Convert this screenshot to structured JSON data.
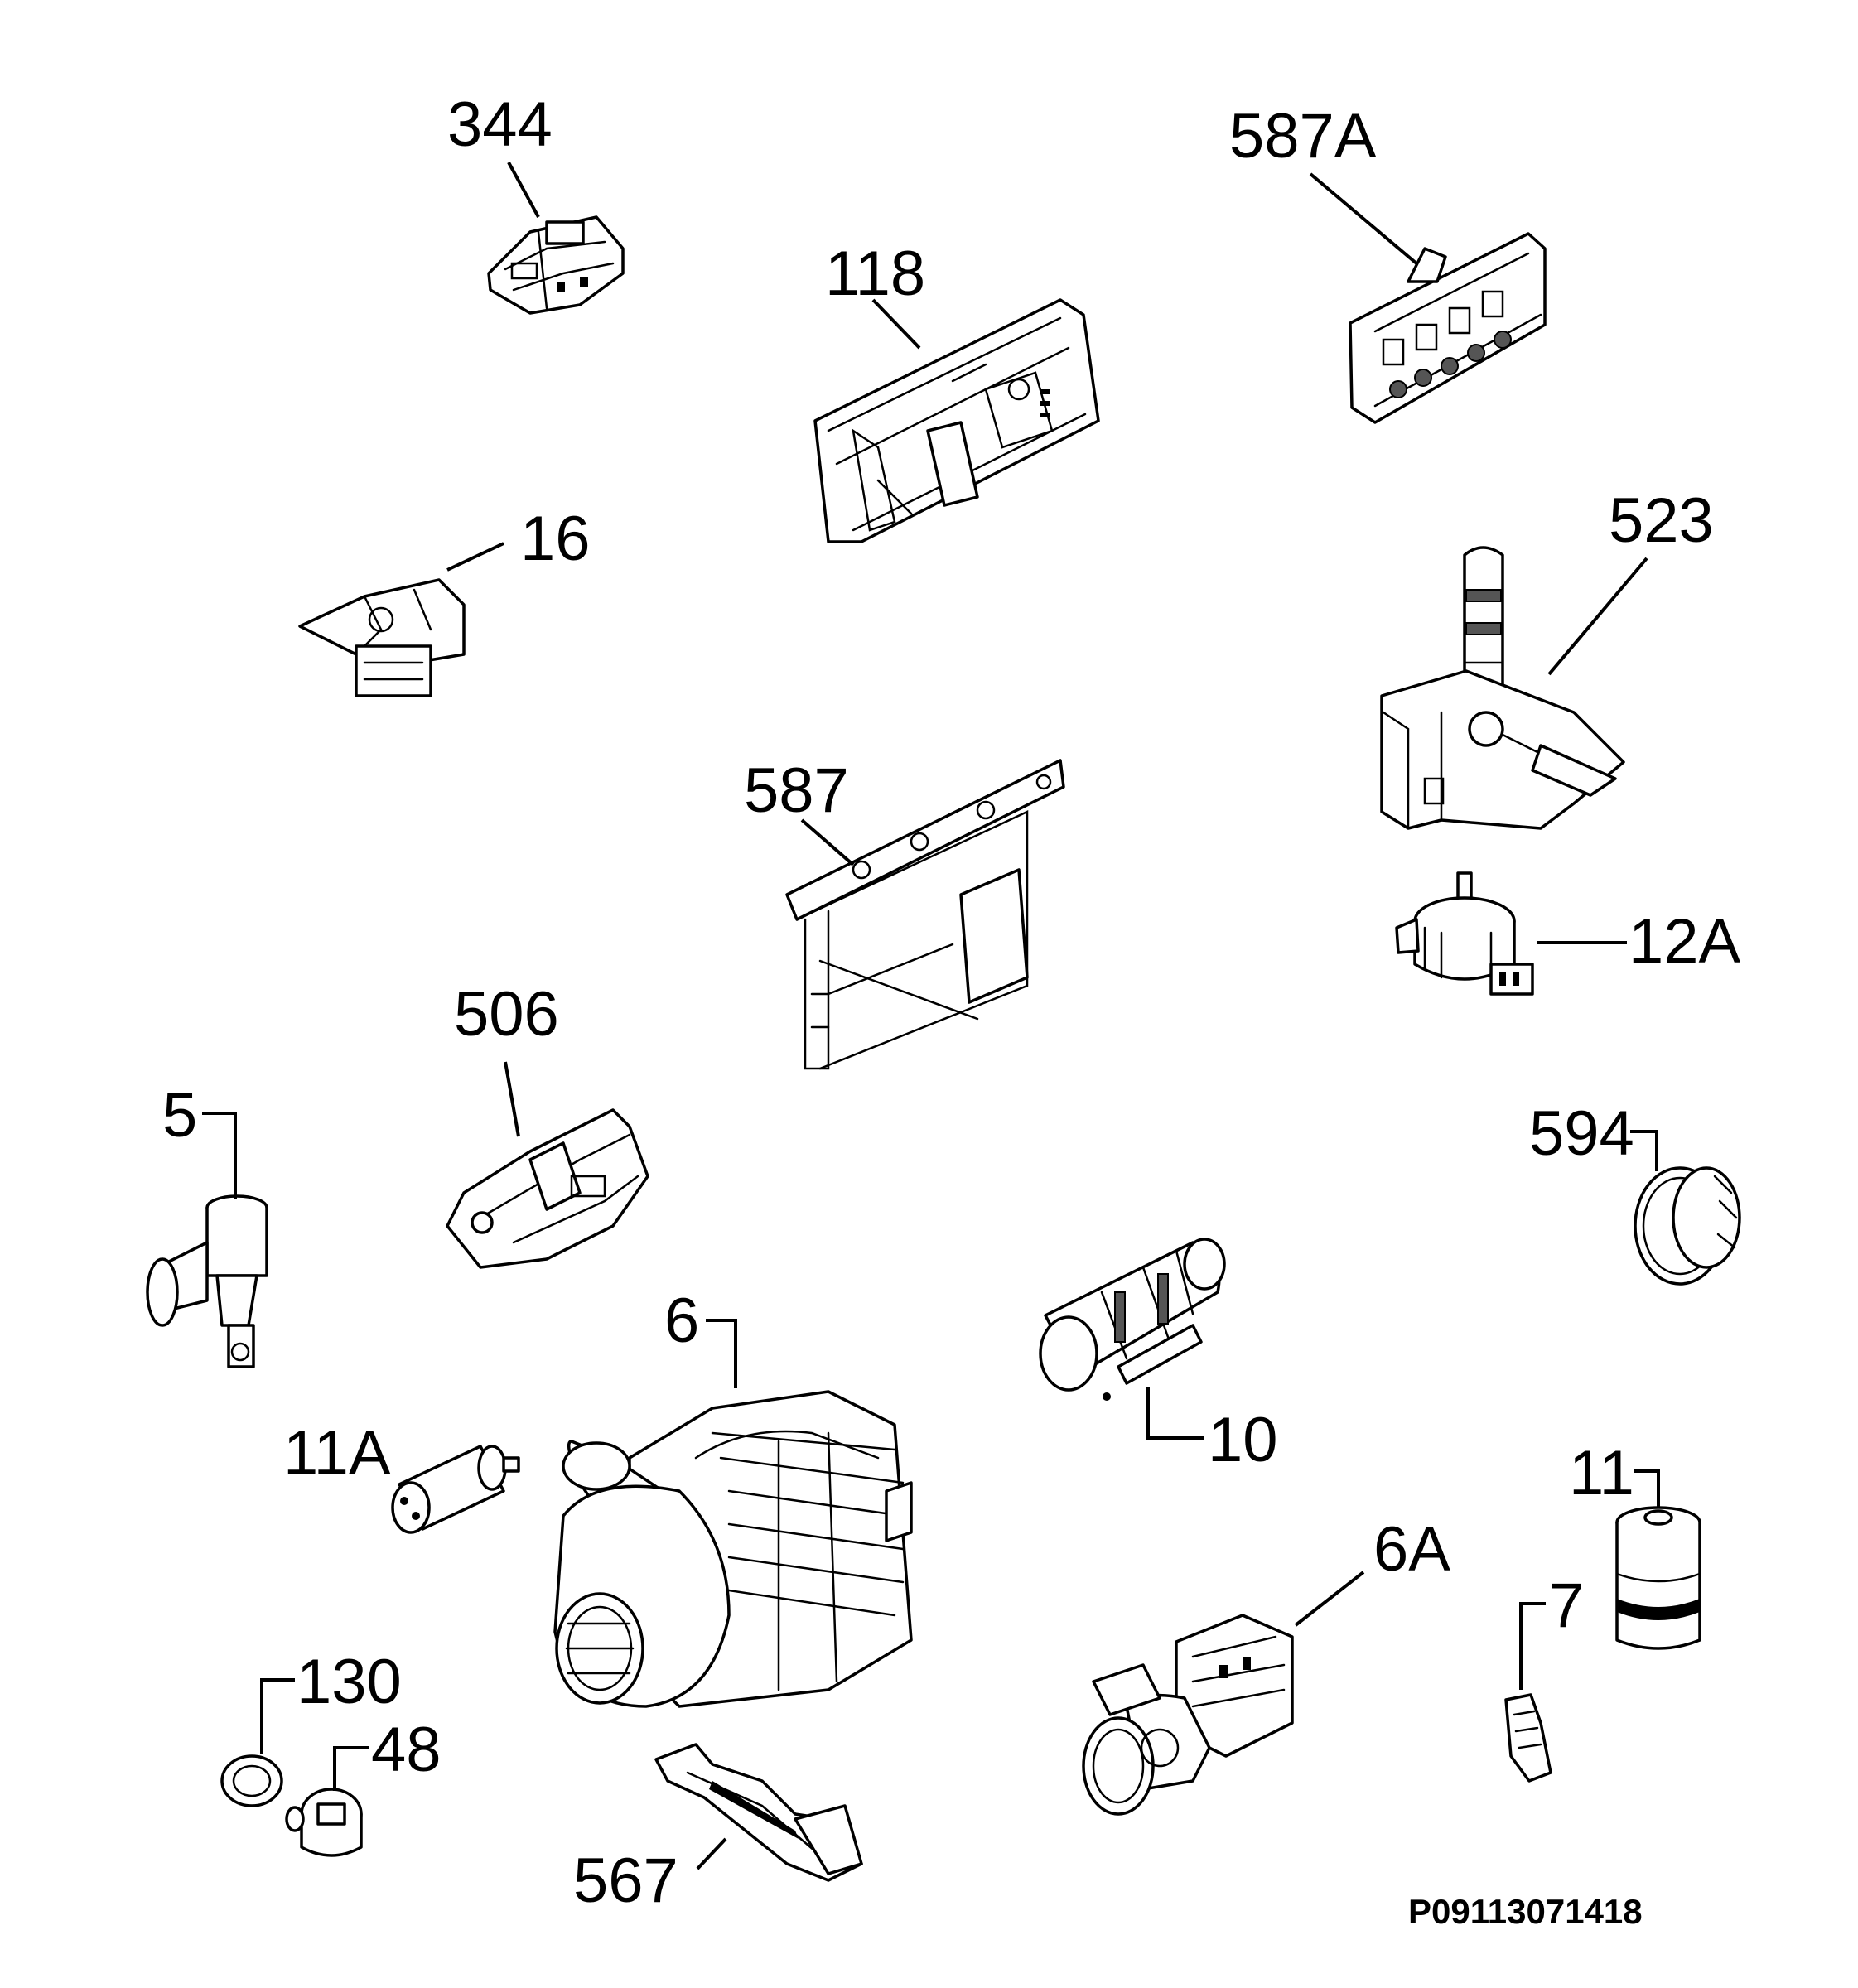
{
  "labels": {
    "p344": "344",
    "p587a": "587A",
    "p118": "118",
    "p16": "16",
    "p523": "523",
    "p587": "587",
    "p12a": "12A",
    "p506": "506",
    "p5": "5",
    "p594": "594",
    "p6": "6",
    "p10": "10",
    "p11a": "11A",
    "p11": "11",
    "p6a": "6A",
    "p7": "7",
    "p130": "130",
    "p48": "48",
    "p567": "567"
  },
  "drawing_code": "P09113071418"
}
